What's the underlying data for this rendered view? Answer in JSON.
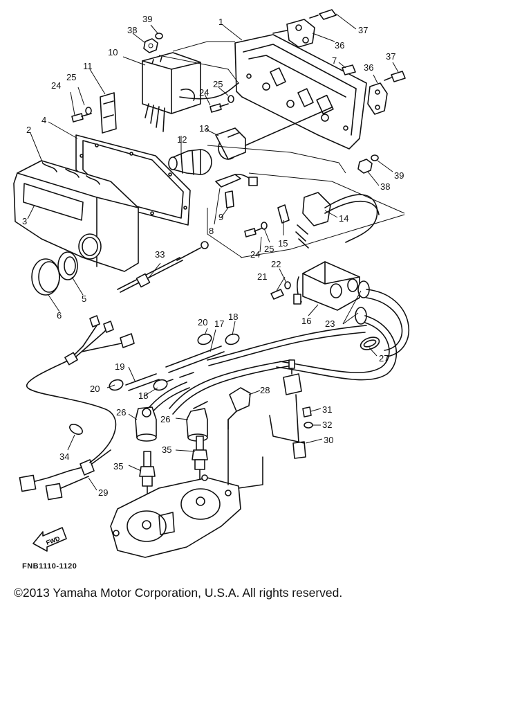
{
  "diagram": {
    "callouts": [
      "1",
      "2",
      "3",
      "4",
      "5",
      "6",
      "7",
      "8",
      "9",
      "10",
      "11",
      "12",
      "13",
      "14",
      "15",
      "16",
      "17",
      "18",
      "19",
      "20",
      "21",
      "22",
      "23",
      "24",
      "25",
      "26",
      "27",
      "28",
      "29",
      "30",
      "31",
      "32",
      "33",
      "34",
      "35",
      "36",
      "37",
      "38",
      "39"
    ],
    "fwd_label": "FWD"
  },
  "figure_code": "FNB1110-1120",
  "copyright": "©2013 Yamaha Motor Corporation, U.S.A. All rights reserved."
}
